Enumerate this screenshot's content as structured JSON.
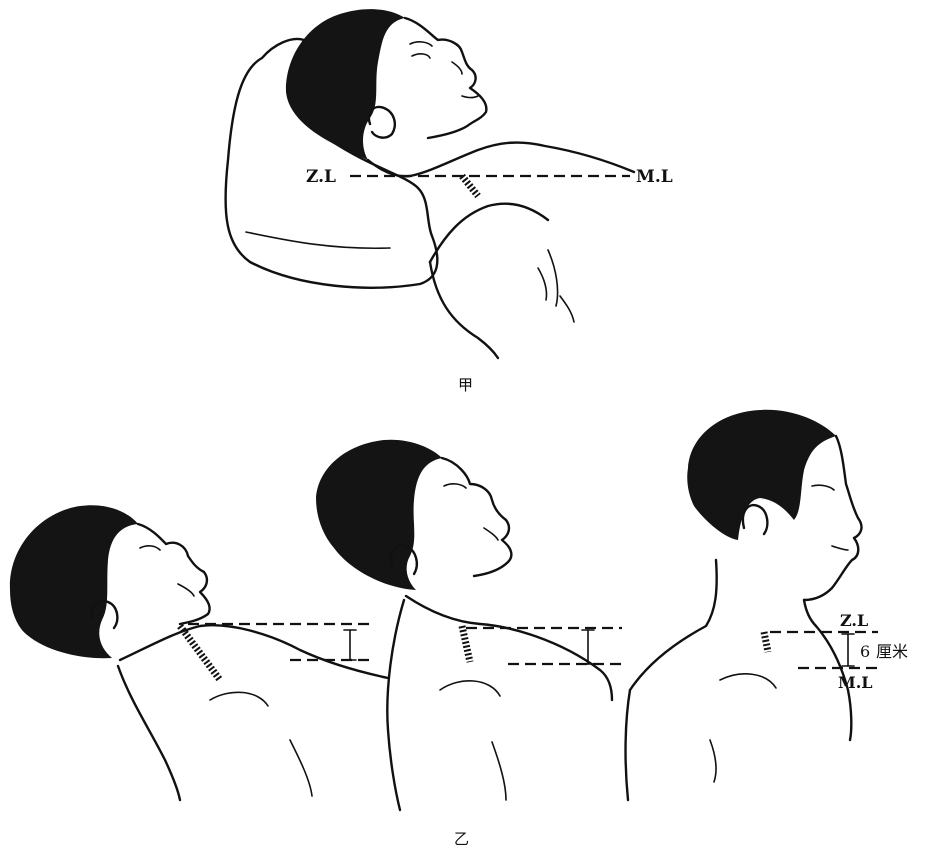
{
  "figure_a": {
    "caption": "甲",
    "label_left": "Z.L",
    "label_right": "M.L"
  },
  "figure_b": {
    "caption": "乙",
    "label_top": "Z.L",
    "label_bottom": "M.L",
    "distance_value": "6",
    "distance_unit": "厘米"
  }
}
